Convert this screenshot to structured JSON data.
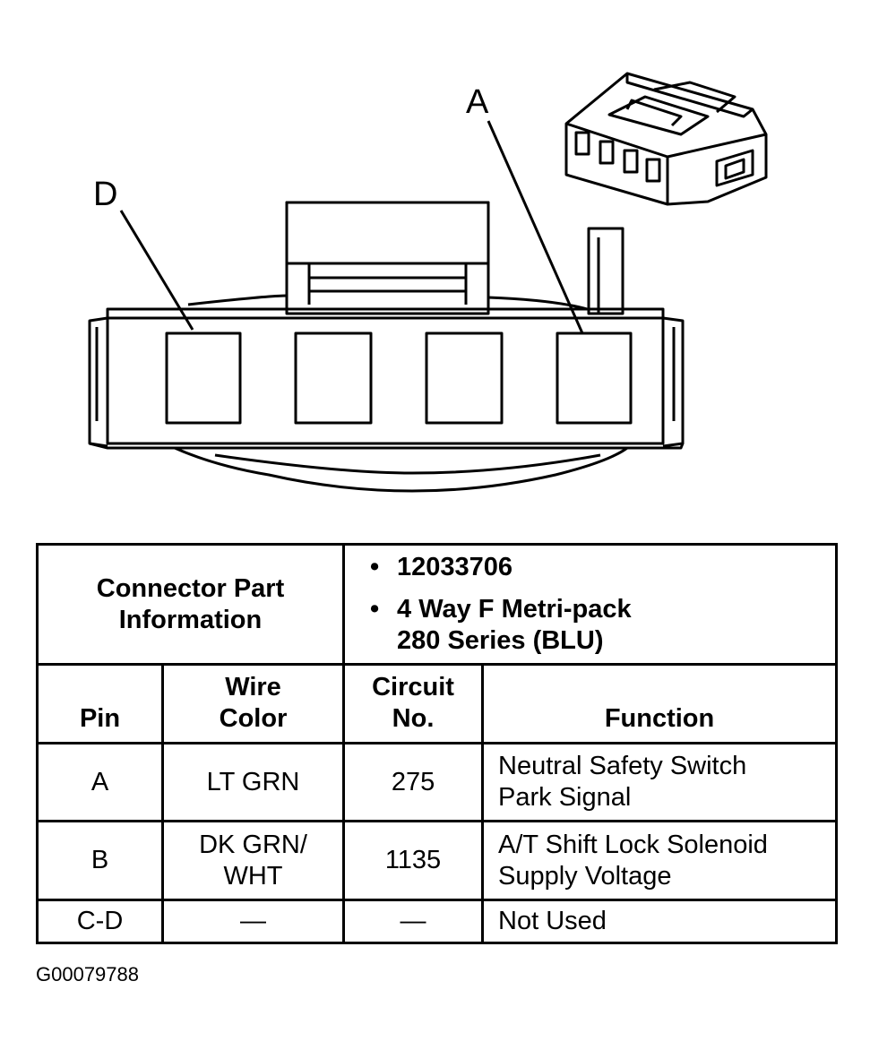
{
  "diagram": {
    "callouts": {
      "pin_a": "A",
      "pin_d": "D"
    }
  },
  "table": {
    "part_info_label_1": "Connector Part",
    "part_info_label_2": "Information",
    "part_number": "12033706",
    "description_1": "4 Way F Metri-pack",
    "description_2": "280 Series (BLU)",
    "headers": {
      "pin": "Pin",
      "wire_color_1": "Wire",
      "wire_color_2": "Color",
      "circuit_1": "Circuit",
      "circuit_2": "No.",
      "function": "Function"
    },
    "rows": [
      {
        "pin": "A",
        "wire_1": "LT GRN",
        "wire_2": "",
        "circuit": "275",
        "function_1": "Neutral Safety Switch",
        "function_2": "Park Signal"
      },
      {
        "pin": "B",
        "wire_1": "DK GRN/",
        "wire_2": "WHT",
        "circuit": "1135",
        "function_1": "A/T Shift Lock Solenoid",
        "function_2": "Supply Voltage"
      },
      {
        "pin": "C-D",
        "wire_1": "—",
        "wire_2": "",
        "circuit": "—",
        "function_1": "Not Used",
        "function_2": ""
      }
    ]
  },
  "figure_id": "G00079788"
}
